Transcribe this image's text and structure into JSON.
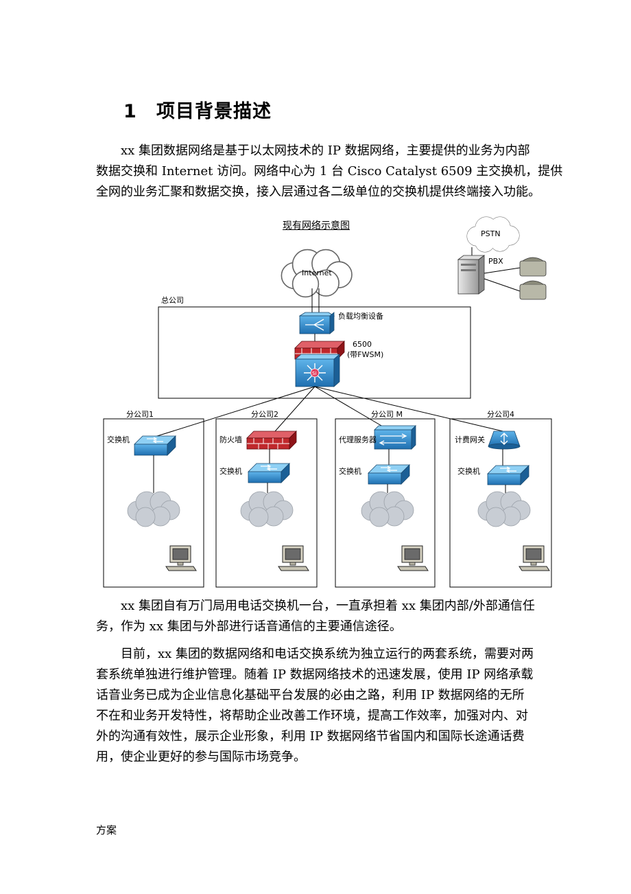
{
  "heading": {
    "number": "1",
    "title": "项目背景描述"
  },
  "intro": {
    "lines": [
      "xx 集团数据网络是基于以太网技术的 IP 数据网络，主要提供的业务为内部",
      "数据交换和 Internet 访问。网络中心为 1 台 Cisco Catalyst 6509 主交换机，提供",
      "全网的业务汇聚和数据交换，接入层通过各二级单位的交换机提供终端接入功能。"
    ]
  },
  "diagram": {
    "title": "现有网络示意图",
    "pstn": "PSTN",
    "pbx": "PBX",
    "internet": "Internet",
    "hq": "总公司",
    "load_balancer": "负载均衡设备",
    "core_model": "6500",
    "core_note": "(带FWSM)",
    "si": "Si",
    "branches": [
      {
        "name": "分公司1",
        "top_device": "交换机",
        "bottom_device": ""
      },
      {
        "name": "分公司2",
        "top_device": "防火墙",
        "bottom_device": "交换机"
      },
      {
        "name": "分公司 M",
        "top_device": "代理服务器",
        "bottom_device": "交换机"
      },
      {
        "name": "分公司4",
        "top_device": "计费网关",
        "bottom_device": "交换机"
      }
    ],
    "colors": {
      "device_blue": "#2f8fd0",
      "firewall_red": "#c0282c",
      "cloud": "#c8cdd4"
    }
  },
  "body": {
    "para1": [
      "xx 集团自有万门局用电话交换机一台，一直承担着 xx 集团内部/外部通信任",
      "务，作为 xx 集团与外部进行话音通信的主要通信途径。"
    ],
    "para2": [
      "目前，xx 集团的数据网络和电话交换系统为独立运行的两套系统，需要对两",
      "套系统单独进行维护管理。随着 IP 数据网络技术的迅速发展，使用 IP 网络承载",
      "话音业务已成为企业信息化基础平台发展的必由之路，利用 IP 数据网络的无所",
      "不在和业务开发特性，将帮助企业改善工作环境，提高工作效率，加强对内、对",
      "外的沟通有效性，展示企业形象，利用 IP 数据网络节省国内和国际长途通话费",
      "用，使企业更好的参与国际市场竞争。"
    ]
  },
  "footer": "方案"
}
